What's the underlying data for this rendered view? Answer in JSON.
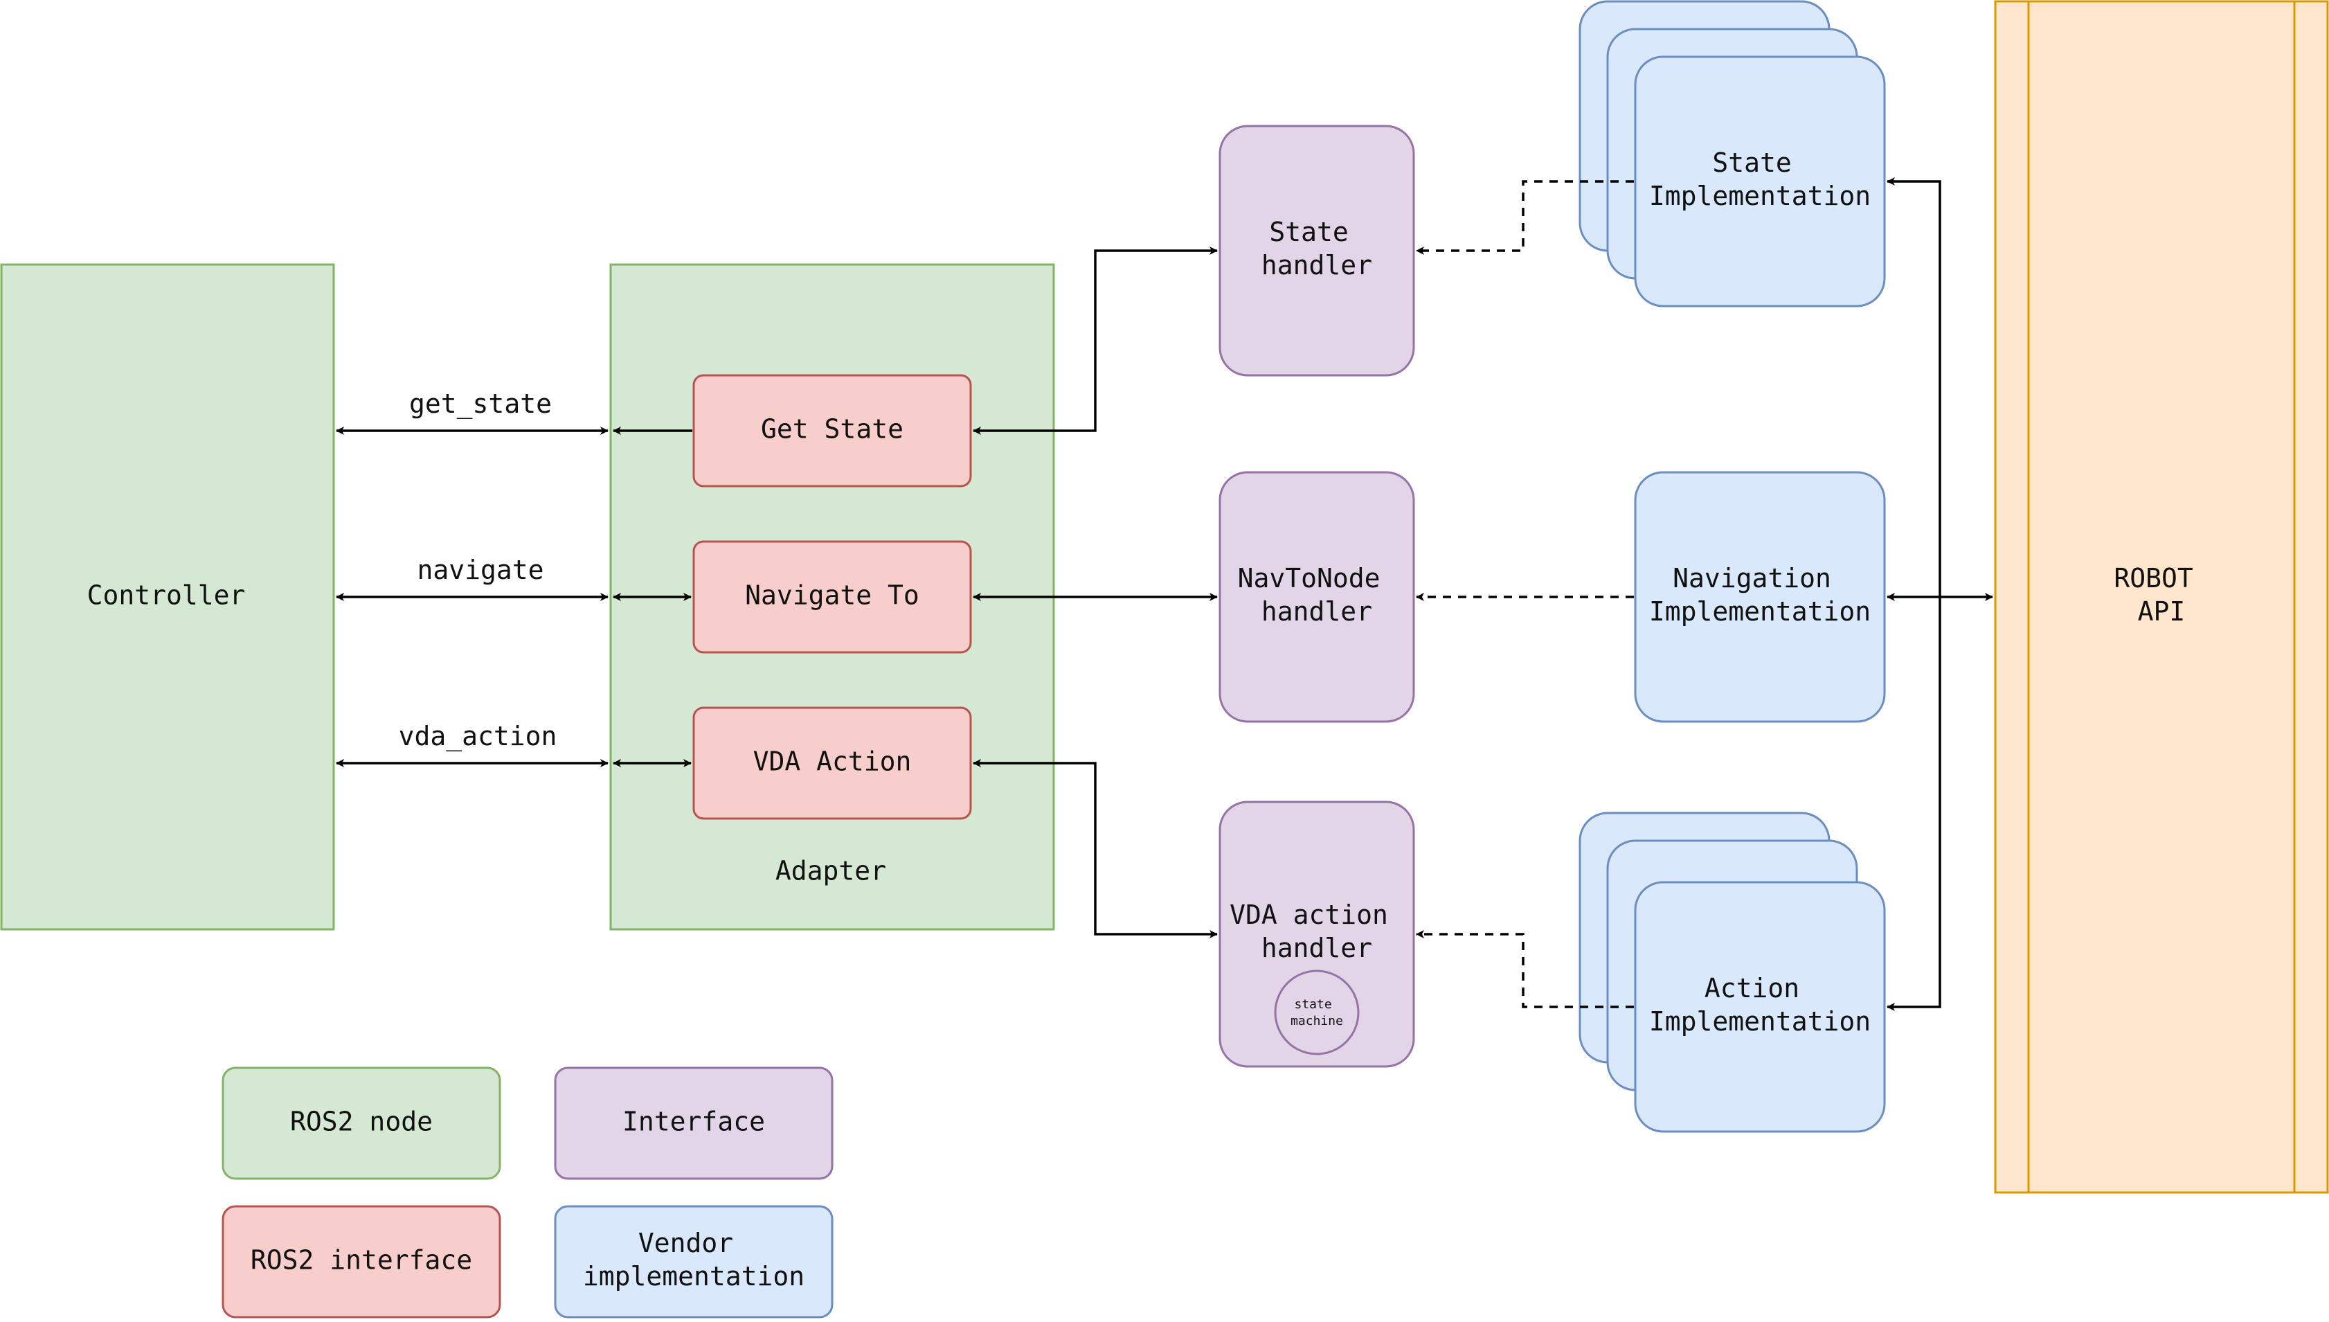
{
  "colors": {
    "green_fill": "#d5e8d4",
    "green_stroke": "#82b366",
    "red_fill": "#f8cecc",
    "red_stroke": "#b85450",
    "purple_fill": "#e1d5e7",
    "purple_stroke": "#9673a6",
    "blue_fill": "#dae8fc",
    "blue_stroke": "#6c8ebf",
    "orange_fill": "#ffe6cc",
    "orange_stroke": "#d79b00",
    "line": "#000000"
  },
  "nodes": {
    "controller": "Controller",
    "adapter": "Adapter",
    "get_state": "Get State",
    "navigate_to": "Navigate To",
    "vda_action": "VDA Action",
    "state_handler": [
      "State",
      "handler"
    ],
    "navtonode_handler": [
      "NavToNode",
      "handler"
    ],
    "vda_action_handler": [
      "VDA action",
      "handler"
    ],
    "state_machine": [
      "state",
      "machine"
    ],
    "state_impl": [
      "State",
      "Implementation"
    ],
    "navigation_impl": [
      "Navigation",
      "Implementation"
    ],
    "action_impl": [
      "Action",
      "Implementation"
    ],
    "robot_api": [
      "ROBOT",
      "API"
    ]
  },
  "edges": {
    "get_state": "get_state",
    "navigate": "navigate",
    "vda_action": "vda_action"
  },
  "legend": {
    "ros2_node": "ROS2 node",
    "interface": "Interface",
    "ros2_interface": "ROS2 interface",
    "vendor": [
      "Vendor",
      "implementation"
    ]
  }
}
